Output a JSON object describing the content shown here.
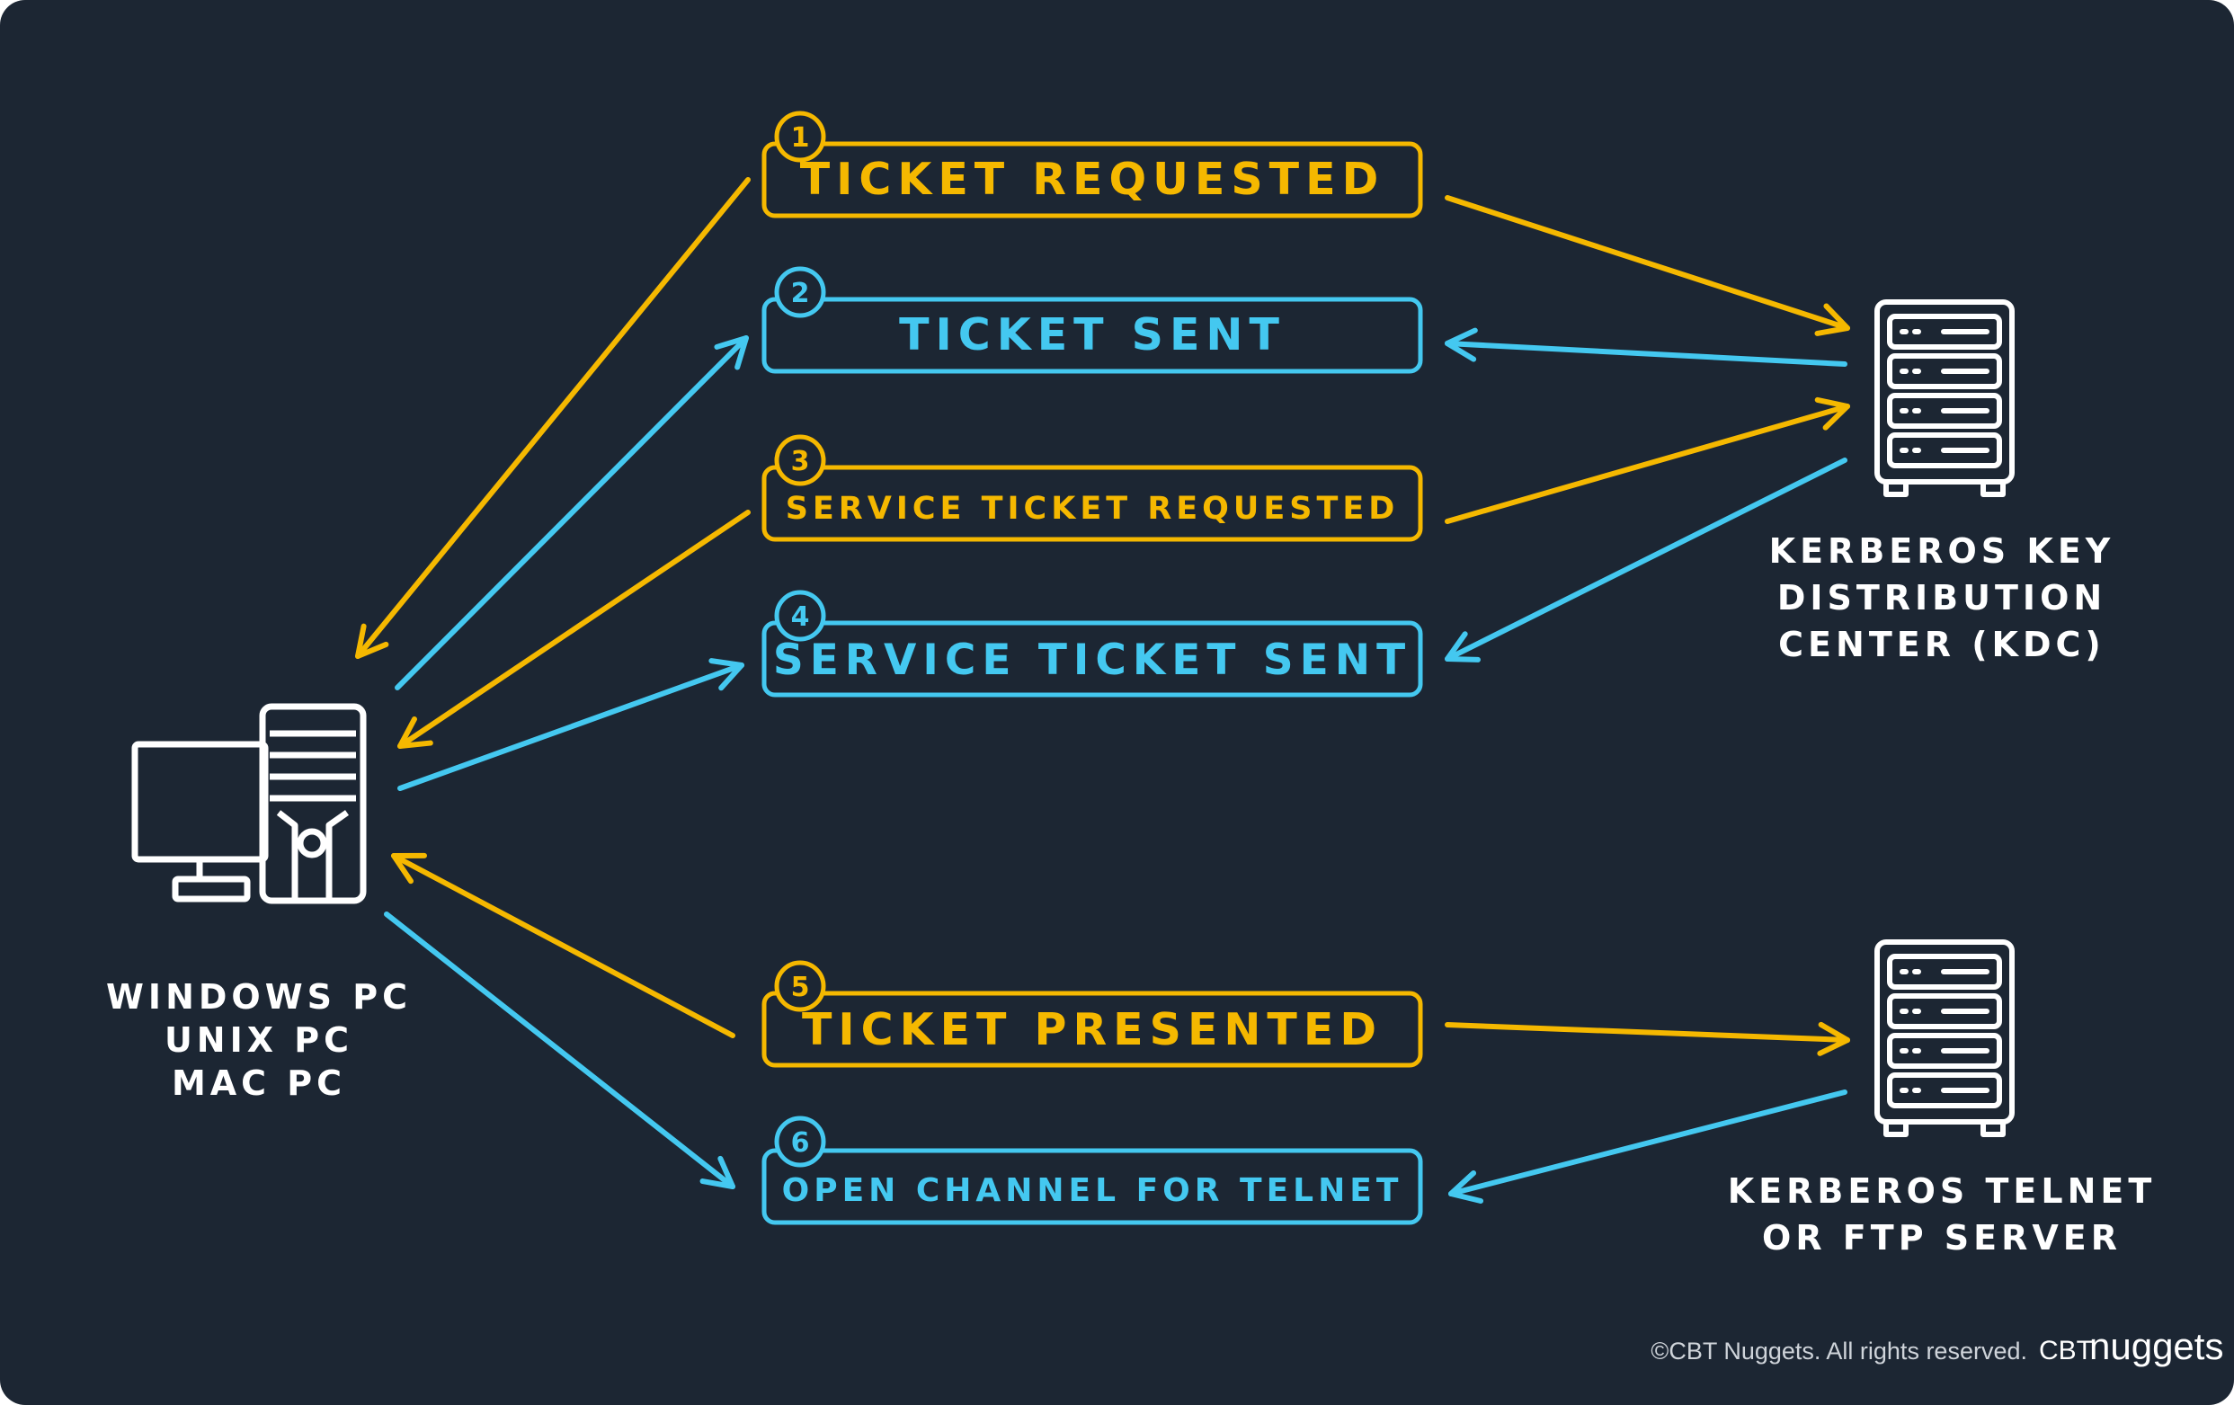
{
  "colors": {
    "background": "#1c2633",
    "request": "#f5b800",
    "response": "#44c8f0",
    "icon": "#ffffff"
  },
  "steps": [
    {
      "number": "1",
      "label": "TICKET REQUESTED",
      "color": "#f5b800"
    },
    {
      "number": "2",
      "label": "TICKET SENT",
      "color": "#44c8f0"
    },
    {
      "number": "3",
      "label": "SERVICE TICKET REQUESTED",
      "color": "#f5b800"
    },
    {
      "number": "4",
      "label": "SERVICE TICKET SENT",
      "color": "#44c8f0"
    },
    {
      "number": "5",
      "label": "TICKET PRESENTED",
      "color": "#f5b800"
    },
    {
      "number": "6",
      "label": "OPEN CHANNEL FOR TELNET",
      "color": "#44c8f0"
    }
  ],
  "client": {
    "icon": "desktop-computer-icon",
    "lines": [
      "WINDOWS PC",
      "UNIX PC",
      "MAC PC"
    ]
  },
  "kdc": {
    "icon": "server-rack-icon",
    "lines": [
      "KERBEROS KEY",
      "DISTRIBUTION",
      "CENTER (KDC)"
    ]
  },
  "service_server": {
    "icon": "server-rack-icon",
    "lines": [
      "KERBEROS TELNET",
      "OR FTP SERVER"
    ]
  },
  "footer": {
    "copyright": "©CBT Nuggets. All rights reserved.",
    "brand_prefix": "CBT",
    "brand_name": "nuggets"
  }
}
